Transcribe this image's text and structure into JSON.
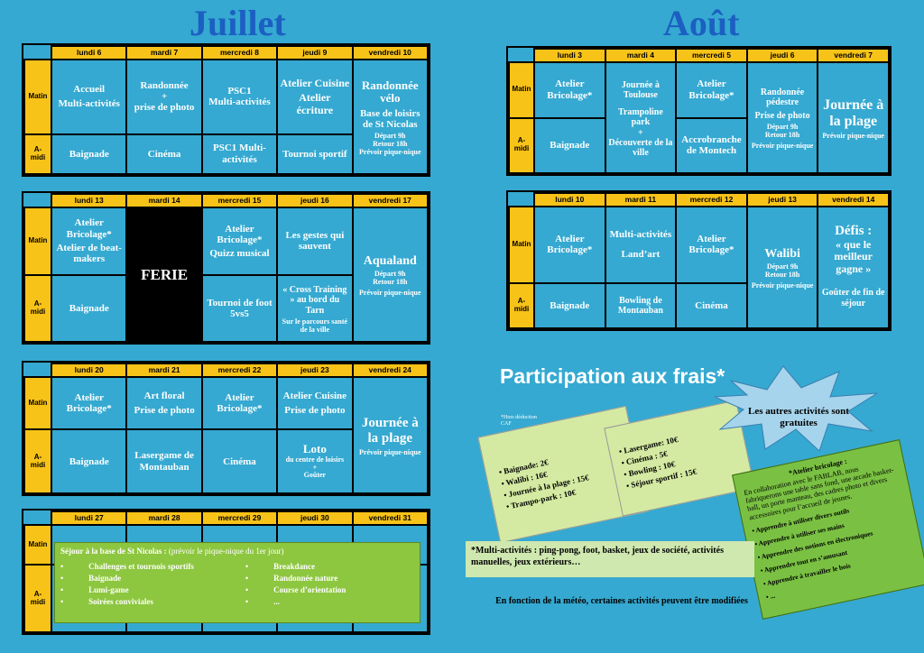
{
  "juillet": {
    "title": "Juillet",
    "slots": {
      "matin": "Matin",
      "amidi": "A-\nmidi"
    },
    "weeks": [
      {
        "days": [
          "lundi 6",
          "mardi 7",
          "mercredi 8",
          "jeudi 9",
          "vendredi 10"
        ],
        "matin": [
          [
            "Accueil",
            "Multi-activités"
          ],
          [
            "Randonnée",
            "+",
            "prise de photo"
          ],
          [
            "PSC1",
            "Multi-activités"
          ],
          [
            "Atelier Cuisine",
            "Atelier écriture"
          ],
          [
            "Randonnée vélo",
            "Base de loisirs de St Nicolas"
          ]
        ],
        "amidi": [
          "Baignade",
          "Cinéma",
          "PSC1 Multi-activités",
          "Tournoi sportif"
        ],
        "friday_notes": [
          "Départ 9h",
          "Retour 18h",
          "Prévoir pique-nique"
        ]
      },
      {
        "days": [
          "lundi 13",
          "mardi 14",
          "mercredi 15",
          "jeudi 16",
          "vendredi 17"
        ],
        "mon_matin": [
          "Atelier Bricolage*",
          "Atelier de beat-makers"
        ],
        "mon_amidi": "Baignade",
        "ferie": "FERIE",
        "wed_matin": [
          "Atelier Bricolage*",
          "Quizz musical"
        ],
        "wed_amidi": "Tournoi de foot 5vs5",
        "thu_matin": "Les gestes qui sauvent",
        "thu_amidi": [
          "« Cross Training » au bord du Tarn",
          "Sur le parcours santé de la ville"
        ],
        "fri": [
          "Aqualand",
          "Départ 9h",
          "Retour 18h",
          "Prévoir pique-nique"
        ]
      },
      {
        "days": [
          "lundi 20",
          "mardi 21",
          "mercredi 22",
          "jeudi 23",
          "vendredi 24"
        ],
        "matin": [
          [
            "Atelier Bricolage*"
          ],
          [
            "Art floral",
            "Prise de photo"
          ],
          [
            "Atelier Bricolage*"
          ],
          [
            "Atelier Cuisine",
            "Prise de photo"
          ]
        ],
        "amidi": [
          "Baignade",
          "Lasergame de Montauban",
          "Cinéma"
        ],
        "thu_amidi": [
          "Loto",
          "du centre de loisirs",
          "+",
          "Goûter"
        ],
        "fri": [
          "Journée à la plage",
          "Prévoir pique-nique"
        ]
      },
      {
        "days": [
          "lundi 27",
          "mardi 28",
          "mercredi 29",
          "jeudi 30",
          "vendredi 31"
        ],
        "sejour_title": "Séjour à la base de St Nicolas :",
        "sejour_note": "(prévoir le pique-nique du 1er jour)",
        "sejour_left": [
          "Challenges et tournois sportifs",
          "Baignade",
          "Lumi-game",
          "Soirées conviviales"
        ],
        "sejour_right": [
          "Breakdance",
          "Randonnée nature",
          "Course d’orientation",
          "..."
        ]
      }
    ]
  },
  "aout": {
    "title": "Août",
    "weeks": [
      {
        "days": [
          "lundi 3",
          "mardi 4",
          "mercredi 5",
          "jeudi 6",
          "vendredi 7"
        ],
        "mon": [
          "Atelier Bricolage*",
          "Baignade"
        ],
        "tue": [
          "Journée à Toulouse",
          "Trampoline park",
          "+",
          "Découverte de la ville"
        ],
        "wed": [
          "Atelier Bricolage*",
          "Accrobranche de Montech"
        ],
        "thu": [
          "Randonnée pédestre",
          "Prise de photo",
          "Départ 9h",
          "Retour 18h",
          "Prévoir pique-nique"
        ],
        "fri": [
          "Journée à la plage",
          "Prévoir pique-nique"
        ]
      },
      {
        "days": [
          "lundi 10",
          "mardi 11",
          "mercredi 12",
          "jeudi 13",
          "vendredi 14"
        ],
        "mon": [
          "Atelier Bricolage*",
          "Baignade"
        ],
        "tue": [
          "Multi-activités",
          "Land’art",
          "Bowling de Montauban"
        ],
        "wed": [
          "Atelier Bricolage*",
          "Cinéma"
        ],
        "thu": [
          "Walibi",
          "Départ 9h",
          "Retour 18h",
          "Prévoir pique-nique"
        ],
        "fri": [
          "Défis :",
          "« que le meilleur gagne »",
          "Goûter de fin de séjour"
        ]
      }
    ]
  },
  "participation": {
    "title": "Participation aux frais*",
    "note": "*Hors déduction CAF",
    "card1": [
      "Baignade: 2€",
      "Walibi : 16€",
      "Journée à la plage : 15€",
      "Trampo-park : 10€"
    ],
    "card2": [
      "Lasergame: 10€",
      "Cinéma : 5€",
      "Bowling : 10€",
      "Séjour sportif : 15€"
    ],
    "free_text": "Les autres activités sont gratuites",
    "bricolage_title": "*Atelier bricolage :",
    "bricolage_text": "En collaboration avec le FABLAB, nous fabriquerons une table sans fond, une arcade basket-ball, un porte manteau, des cadres photo et divers accessoires pour l’accueil de jeunes.",
    "bricolage_items": [
      "Apprendre à utiliser divers outils",
      "Apprendre à utiliser ses mains",
      "Apprendre des notions en électroniques",
      "Apprendre tout en s’amusant",
      "Apprendre à travailler le bois",
      "..."
    ],
    "multi_text": "*Multi-activités : ping-pong, foot, basket, jeux de société, activités manuelles, jeux extérieurs…",
    "meteo_text": "En fonction de la météo, certaines activités peuvent être modifiées"
  },
  "colors": {
    "background": "#35a9d1",
    "header": "#f8c318",
    "title": "#1c5fc2",
    "green": "#8dc63f"
  }
}
